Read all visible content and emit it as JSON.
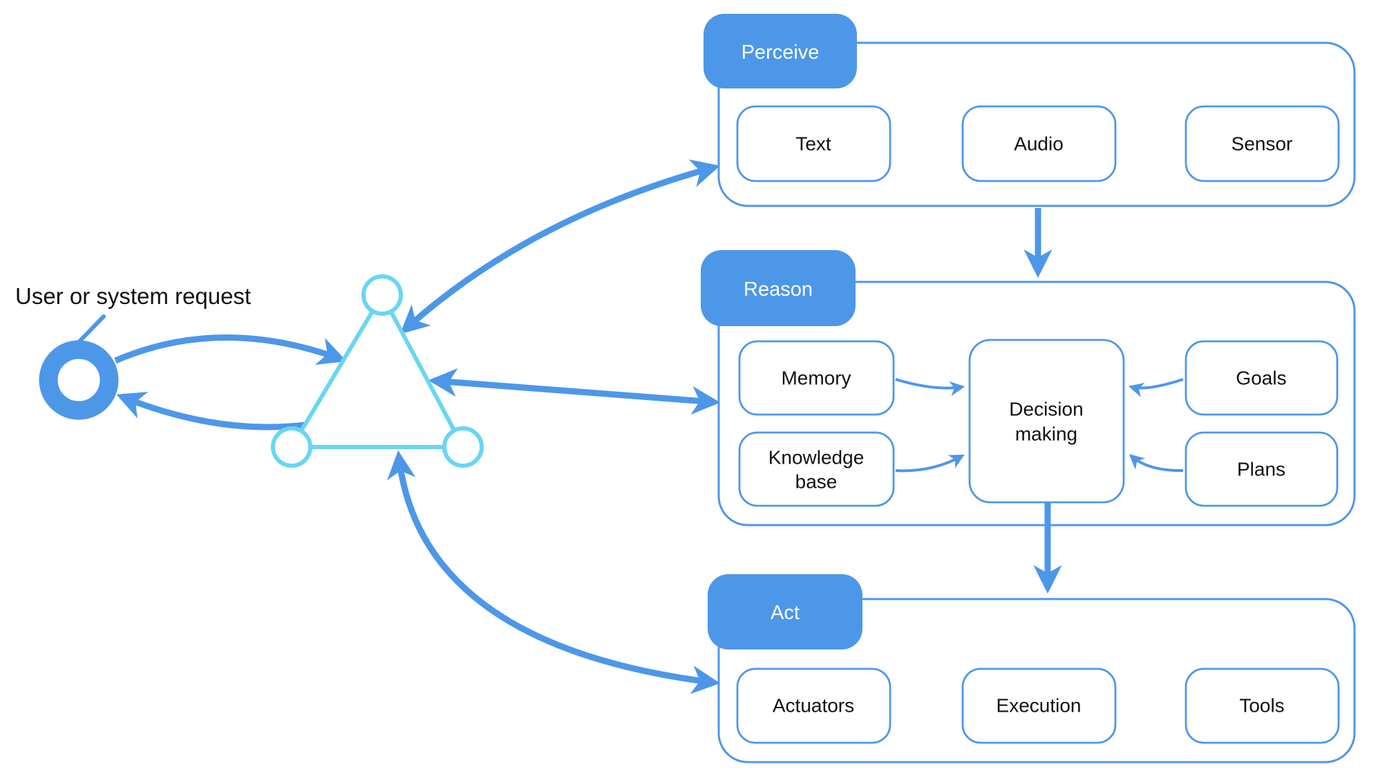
{
  "user_request": {
    "label": "User or system request"
  },
  "perceive": {
    "tab": "Perceive",
    "nodes": [
      "Text",
      "Audio",
      "Sensor"
    ]
  },
  "reason": {
    "tab": "Reason",
    "memory": "Memory",
    "knowledge_base_lines": [
      "Knowledge",
      "base"
    ],
    "decision_lines": [
      "Decision",
      "making"
    ],
    "goals": "Goals",
    "plans": "Plans"
  },
  "act": {
    "tab": "Act",
    "nodes": [
      "Actuators",
      "Execution",
      "Tools"
    ]
  },
  "colors": {
    "accent_blue": "#4d97e9",
    "triangle_cyan": "#68d6f3",
    "label_text": "#111111",
    "background": "#ffffff"
  }
}
